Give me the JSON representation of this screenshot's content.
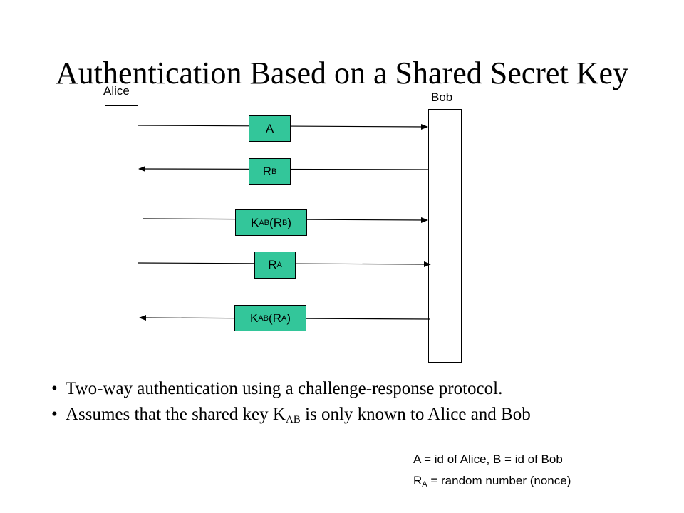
{
  "title": "Authentication Based on a Shared Secret Key",
  "actors": {
    "left": "Alice",
    "right": "Bob"
  },
  "messages": [
    {
      "base": "A",
      "sub1": "",
      "mid": "",
      "base2": "",
      "sub2": "",
      "tail": "",
      "direction": "left-to-right"
    },
    {
      "base": "R",
      "sub1": "B",
      "mid": "",
      "base2": "",
      "sub2": "",
      "tail": "",
      "direction": "right-to-left"
    },
    {
      "base": "K",
      "sub1": "AB",
      "mid": "(R",
      "base2": "",
      "sub2": "B",
      "tail": ")",
      "direction": "left-to-right"
    },
    {
      "base": "R",
      "sub1": "A",
      "mid": "",
      "base2": "",
      "sub2": "",
      "tail": "",
      "direction": "left-to-right"
    },
    {
      "base": "K",
      "sub1": "AB",
      "mid": "(R",
      "base2": "",
      "sub2": "A",
      "tail": ")",
      "direction": "right-to-left"
    }
  ],
  "bullets": {
    "b1": "Two-way authentication using a challenge-response protocol.",
    "b2_pre": "Assumes that the shared key K",
    "b2_sub": "AB",
    "b2_post": " is only known to Alice and Bob"
  },
  "legend": {
    "line1": "A = id of Alice, B = id of Bob",
    "line2_base": "R",
    "line2_sub": "A",
    "line2_rest": " = random number (nonce)"
  },
  "colors": {
    "message_fill": "#33c69a",
    "line": "#000000"
  }
}
